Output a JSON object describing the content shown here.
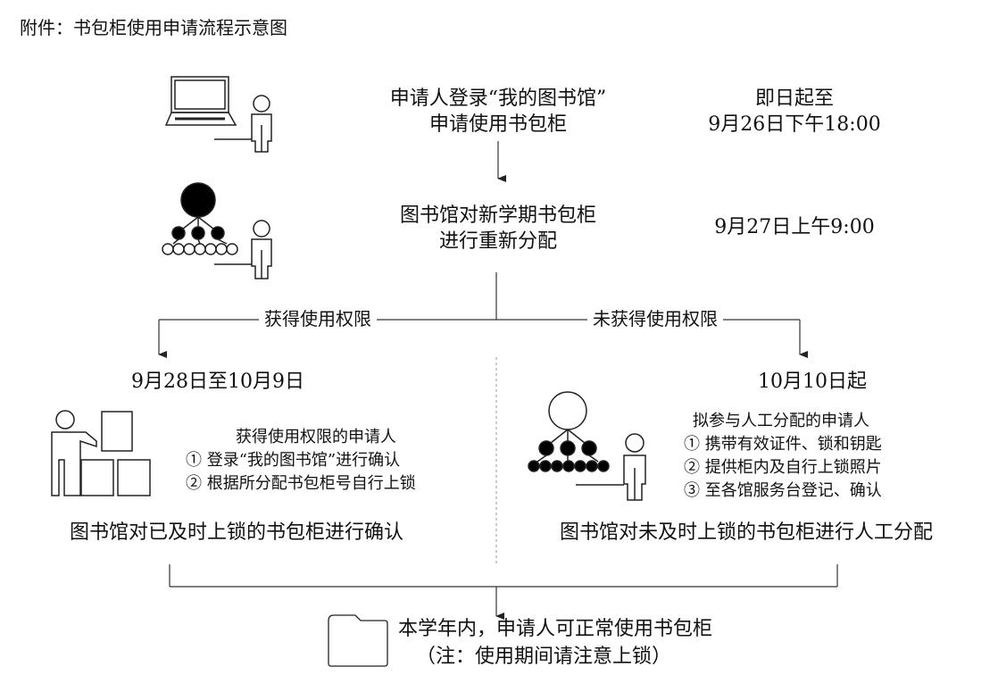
{
  "title": "附件：书包柜使用申请流程示意图",
  "step1": {
    "line1": "申请人登录“我的图书馆”",
    "line2": "申请使用书包柜",
    "time_line1": "即日起至",
    "time_line2": "9月26日下午18:00"
  },
  "step2": {
    "line1": "图书馆对新学期书包柜",
    "line2": "进行重新分配",
    "time": "9月27日上午9:00"
  },
  "branch_left": {
    "label": "获得使用权限",
    "date": "9月28日至10月9日",
    "heading": "获得使用权限的申请人",
    "items": [
      "① 登录“我的图书馆”进行确认",
      "② 根据所分配书包柜号自行上锁"
    ],
    "result": "图书馆对已及时上锁的书包柜进行确认"
  },
  "branch_right": {
    "label": "未获得使用权限",
    "date": "10月10日起",
    "heading": "拟参与人工分配的申请人",
    "items": [
      "① 携带有效证件、锁和钥匙",
      "② 提供柜内及自行上锁照片",
      "③ 至各馆服务台登记、确认"
    ],
    "result": "图书馆对未及时上锁的书包柜进行人工分配"
  },
  "final": {
    "line1": "本学年内，申请人可正常使用书包柜",
    "line2": "（注：使用期间请注意上锁）"
  },
  "colors": {
    "line": "#333333",
    "text": "#111111",
    "fill_dark": "#000000"
  }
}
